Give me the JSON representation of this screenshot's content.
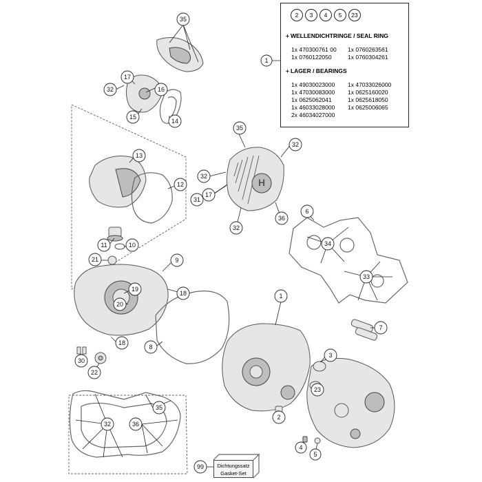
{
  "legend": {
    "badges": [
      "2",
      "3",
      "4",
      "5",
      "23"
    ],
    "seal_heading": "WELLENDICHTRINGE / SEAL RING",
    "seal_lines": [
      [
        "1x 470300761 00",
        "1x 0760263561"
      ],
      [
        "1x 0760122050",
        "1x 0760304261"
      ]
    ],
    "bearing_heading": "LAGER / BEARINGS",
    "bearing_lines": [
      [
        "1x 49030023000",
        "1x 47033026000"
      ],
      [
        "1x 47030083000",
        "1x 0625160020"
      ],
      [
        "1x 0625062041",
        "1x 0625618050"
      ],
      [
        "1x 46033028000",
        "1x 0625006065"
      ],
      [
        "2x 46034027000",
        ""
      ]
    ]
  },
  "gasket_set": {
    "line1": "Dichtungssatz",
    "line2": "Gasket-Set"
  },
  "callouts": {
    "c1_legend": "1",
    "c35_top": "35",
    "c17_top": "17",
    "c32_top": "32",
    "c16": "16",
    "c15": "15",
    "c14": "14",
    "c13": "13",
    "c12": "12",
    "c35_ign": "35",
    "c32_ign_r": "32",
    "c32_ign_l": "32",
    "c31": "31",
    "c17_ign": "17",
    "c32_ign_b": "32",
    "c36_ign": "36",
    "c6": "6",
    "c34": "34",
    "c33": "33",
    "c11": "11",
    "c10": "10",
    "c21": "21",
    "c9": "9",
    "c19": "19",
    "c20": "20",
    "c18_a": "18",
    "c18_b": "18",
    "c8": "8",
    "c1_case": "1",
    "c7": "7",
    "c3": "3",
    "c23": "23",
    "c2": "2",
    "c4": "4",
    "c5": "5",
    "c30": "30",
    "c22": "22",
    "c35_gas": "35",
    "c32_gas": "32",
    "c36_gas": "36",
    "c99": "99"
  }
}
